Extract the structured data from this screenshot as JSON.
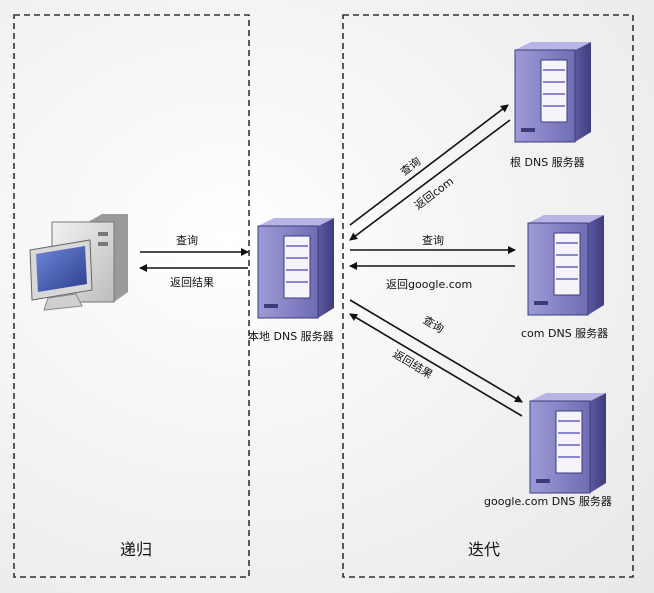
{
  "regions": {
    "left_title": "递归",
    "right_title": "迭代"
  },
  "servers": {
    "local": "本地 DNS 服务器",
    "root": "根 DNS 服务器",
    "com": "com DNS 服务器",
    "google": "google.com DNS 服务器"
  },
  "arrows": {
    "client_query": "查询",
    "client_return": "返回结果",
    "root_query": "查询",
    "root_return": "返回com",
    "com_query": "查询",
    "com_return": "返回google.com",
    "google_query": "查询",
    "google_return": "返回结果"
  },
  "colors": {
    "server_body": "#8a88c8",
    "server_dark": "#4f4d8e",
    "line": "#111111",
    "dash": "#333333"
  }
}
